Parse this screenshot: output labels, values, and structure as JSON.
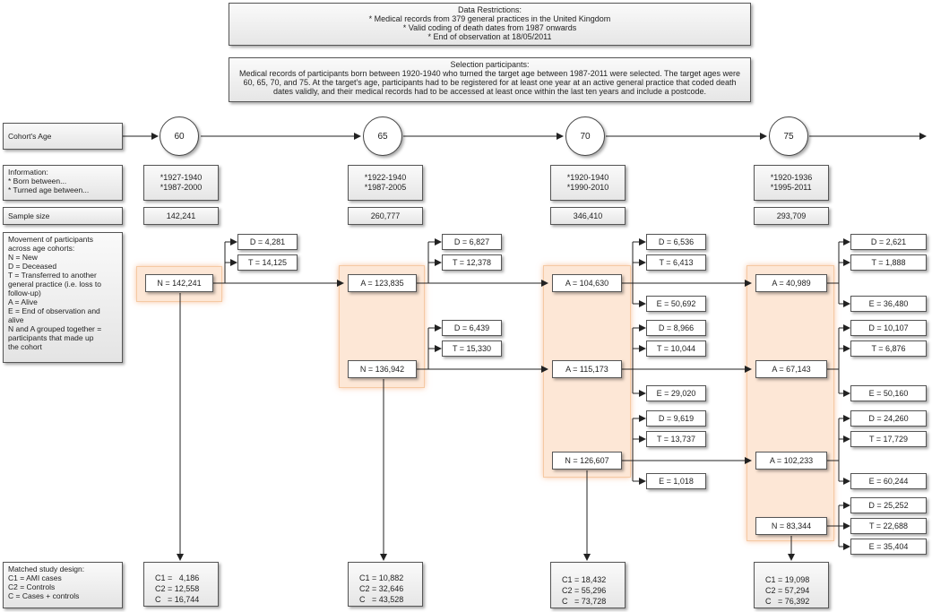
{
  "data_restrictions": {
    "title": "Data Restrictions:",
    "lines": [
      "* Medical records from 379 general practices in the United Kingdom",
      "* Valid coding of death dates from 1987 onwards",
      "* End of observation at 18/05/2011"
    ]
  },
  "selection": {
    "title": "Selection participants:",
    "text": "Medical records of participants born between 1920-1940 who turned the target age between 1987-2011 were selected. The target ages were 60, 65, 70, and 75. At the target's age, participants had to be registered for at least one year at an active general practice that coded death dates validly, and their medical records had to be accessed at least once within the last ten years and include a postcode."
  },
  "labels": {
    "cohort_age": "Cohort's Age",
    "information": "Information:\n* Born between...\n* Turned age between...",
    "sample_size": "Sample size",
    "movement": "Movement of participants across age cohorts:\nN = New\nD = Deceased\nT = Transferred to another\n     general practice (i.e. loss to\n     follow-up)\nA = Alive\nE = End of observation and alive\nN and A grouped together =\n     participants that made up\n     the cohort",
    "matched": "Matched study design:\nC1 = AMI cases\nC2 = Controls\nC   = Cases + controls"
  },
  "ages": [
    "60",
    "65",
    "70",
    "75"
  ],
  "info": [
    "*1927-1940\n*1987-2000",
    "*1922-1940\n*1987-2005",
    "*1920-1940\n*1990-2010",
    "*1920-1936\n*1995-2011"
  ],
  "samples": [
    "142,241",
    "260,777",
    "346,410",
    "293,709"
  ],
  "nodes": {
    "n60": "N = 142,241",
    "a65": "A = 123,835",
    "n65": "N = 136,942",
    "a70a": "A = 104,630",
    "a70b": "A = 115,173",
    "n70": "N = 126,607",
    "a75a": "A = 40,989",
    "a75b": "A = 67,143",
    "a75c": "A = 102,233",
    "n75": "N = 83,344"
  },
  "outcomes": {
    "d60": "D = 4,281",
    "t60": "T = 14,125",
    "d65a": "D = 6,827",
    "t65a": "T = 12,378",
    "d65b": "D = 6,439",
    "t65b": "T = 15,330",
    "d70a": "D = 6,536",
    "t70a": "T = 6,413",
    "e70a": "E = 50,692",
    "d70b": "D = 8,966",
    "t70b": "T = 10,044",
    "e70b": "E = 29,020",
    "d70c": "D = 9,619",
    "t70c": "T = 13,737",
    "e70c": "E = 1,018",
    "d75a": "D = 2,621",
    "t75a": "T = 1,888",
    "e75a": "E = 36,480",
    "d75b": "D = 10,107",
    "t75b": "T = 6,876",
    "e75b": "E = 50,160",
    "d75c": "D = 24,260",
    "t75c": "T = 17,729",
    "e75c": "E = 60,244",
    "d75d": "D = 25,252",
    "t75d": "T = 22,688",
    "e75d": "E = 35,404"
  },
  "matched": [
    "C1 =   4,186\nC2 = 12,558\nC   = 16,744",
    "C1 = 10,882\nC2 = 32,646\nC   = 43,528",
    "C1 = 18,432\nC2 = 55,296\nC   = 73,728",
    "C1 = 19,098\nC2 = 57,294\nC   = 76,392"
  ]
}
